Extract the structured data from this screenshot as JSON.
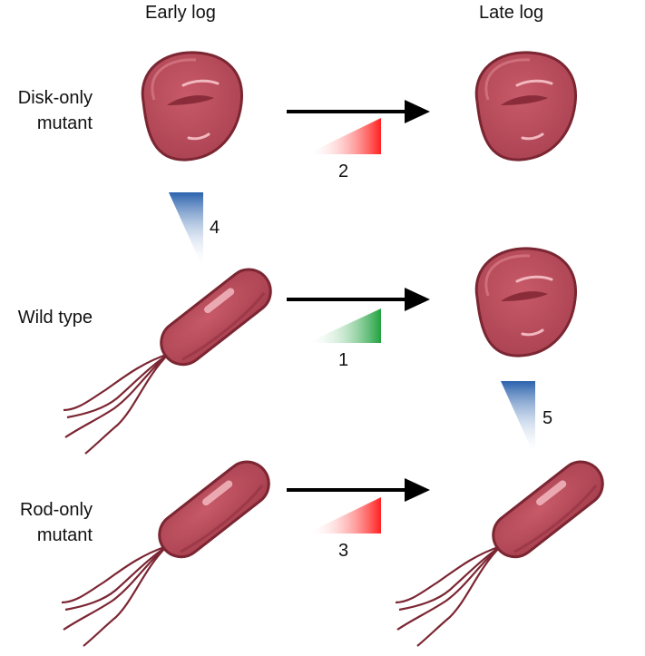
{
  "columns": {
    "early": "Early log",
    "late": "Late log"
  },
  "rows": {
    "disk_only": [
      "Disk-only",
      "mutant"
    ],
    "wild_type": "Wild type",
    "rod_only": [
      "Rod-only",
      "mutant"
    ]
  },
  "labels": {
    "l1": "1",
    "l2": "2",
    "l3": "3",
    "l4": "4",
    "l5": "5"
  },
  "colors": {
    "cell": "#b84a58",
    "cell_dark": "#7e2a36",
    "red": "#ff2a2a",
    "green": "#2fa84a",
    "blue": "#2d6ab0",
    "arrow": "#000000"
  }
}
